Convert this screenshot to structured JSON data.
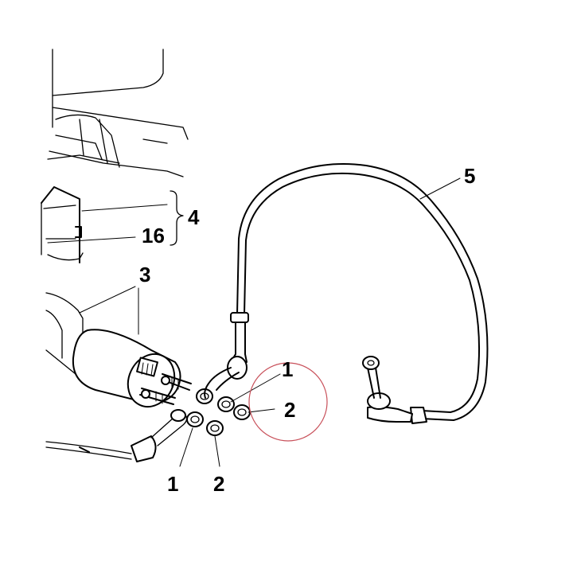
{
  "callouts": {
    "label_5": "5",
    "label_4": "4",
    "label_16": "16",
    "label_3": "3",
    "label_1_upper": "1",
    "label_2_upper": "2",
    "label_1_lower": "1",
    "label_2_lower": "2"
  },
  "colors": {
    "line": "#000000",
    "highlight_circle": "#c8505a"
  }
}
